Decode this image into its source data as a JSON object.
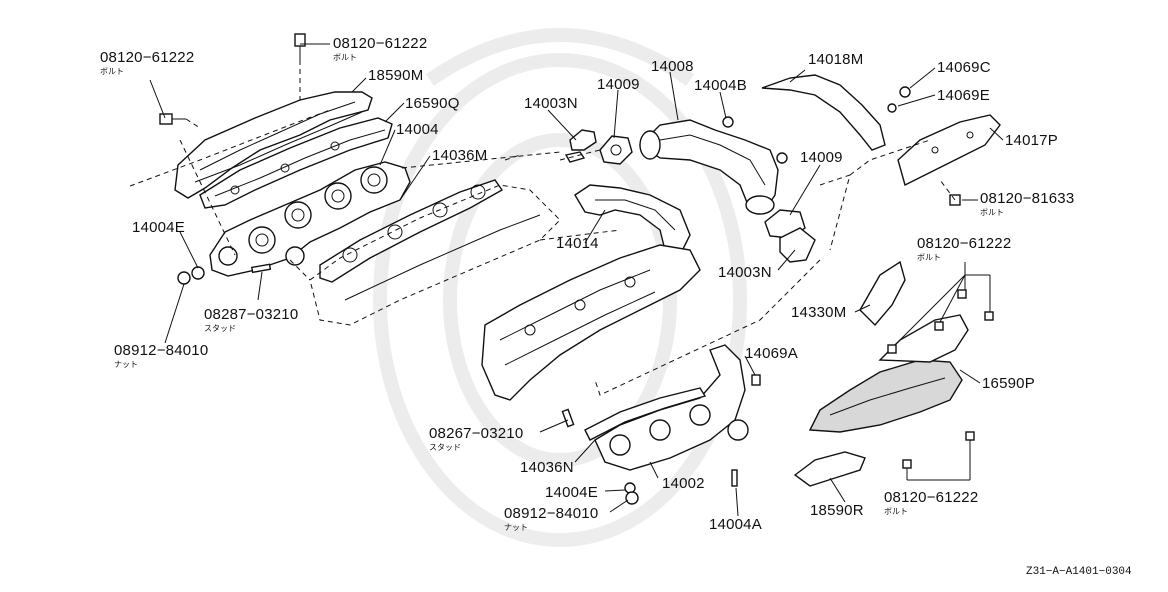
{
  "parts": {
    "bolt_08120_61222_topleft": "08120−61222",
    "bolt_topleft_sub": "ボルト",
    "bolt_08120_61222_top": "08120−61222",
    "bolt_top_sub": "ボルト",
    "p18590M": "18590M",
    "p16590Q": "16590Q",
    "p14004": "14004",
    "p14036M": "14036M",
    "p14003N_top": "14003N",
    "p14009_top": "14009",
    "p14008": "14008",
    "p14004B": "14004B",
    "p14018M": "14018M",
    "p14069C": "14069C",
    "p14069E": "14069E",
    "p14017P": "14017P",
    "bolt_08120_81633": "08120−81633",
    "bolt_81633_sub": "ボルト",
    "p14009_right": "14009",
    "p14014": "14014",
    "p14004E_left": "14004E",
    "p14003N_right": "14003N",
    "bolt_08120_61222_right": "08120−61222",
    "bolt_right_sub": "ボルト",
    "stud_08287_03210": "08287−03210",
    "stud_08287_sub": "スタッド",
    "p14330M": "14330M",
    "nut_08912_84010_left": "08912−84010",
    "nut_left_sub": "ナット",
    "p14069A": "14069A",
    "p16590P": "16590P",
    "stud_08267_03210": "08267−03210",
    "stud_08267_sub": "スタッド",
    "p14036N": "14036N",
    "p14002": "14002",
    "p14004E_bottom": "14004E",
    "nut_08912_84010_bottom": "08912−84010",
    "nut_bottom_sub": "ナット",
    "p14004A": "14004A",
    "p18590R": "18590R",
    "bolt_08120_61222_bottom": "08120−61222",
    "bolt_bottom_sub": "ボルト",
    "diagram_code": "Z31−A−A1401−0304"
  }
}
